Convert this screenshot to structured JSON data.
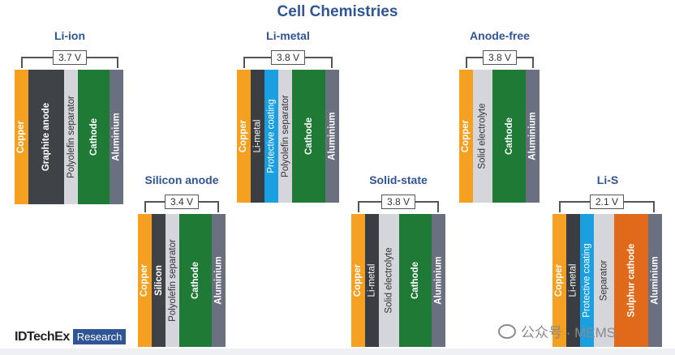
{
  "title": "Cell Chemistries",
  "colors": {
    "copper": "#f5a020",
    "graphite": "#3f4347",
    "separator": "#d4d6dc",
    "cathode": "#1f7a36",
    "aluminium": "#6b7080",
    "li_metal": "#3a3d42",
    "protective": "#1aa0e0",
    "sulphur": "#e06a1a",
    "title": "#2f5597"
  },
  "cells": [
    {
      "name": "Li-ion",
      "voltage": "3.7 V",
      "layers": [
        "Copper",
        "Graphite anode",
        "Polyolefin separator",
        "Cathode",
        "Aluminium"
      ]
    },
    {
      "name": "Li-metal",
      "voltage": "3.8 V",
      "layers": [
        "Copper",
        "Li-metal",
        "Protective coating",
        "Polyolefin separator",
        "Cathode",
        "Aluminium"
      ]
    },
    {
      "name": "Anode-free",
      "voltage": "3.8 V",
      "layers": [
        "Copper",
        "Solid electrolyte",
        "Cathode",
        "Aluminium"
      ]
    },
    {
      "name": "Silicon anode",
      "voltage": "3.4 V",
      "layers": [
        "Copper",
        "Silicon",
        "Polyolefin separator",
        "Cathode",
        "Aluminium"
      ]
    },
    {
      "name": "Solid-state",
      "voltage": "3.8 V",
      "layers": [
        "Copper",
        "Li-metal",
        "Solid electrolyte",
        "Cathode",
        "Aluminium"
      ]
    },
    {
      "name": "Li-S",
      "voltage": "2.1 V",
      "layers": [
        "Copper",
        "Li-metal",
        "Protective coating",
        "Separator",
        "Sulphur cathode",
        "Aluminium"
      ]
    }
  ],
  "brand": {
    "name": "IDTechEx",
    "sub": "Research"
  },
  "watermark": "公众号 · MEMS"
}
